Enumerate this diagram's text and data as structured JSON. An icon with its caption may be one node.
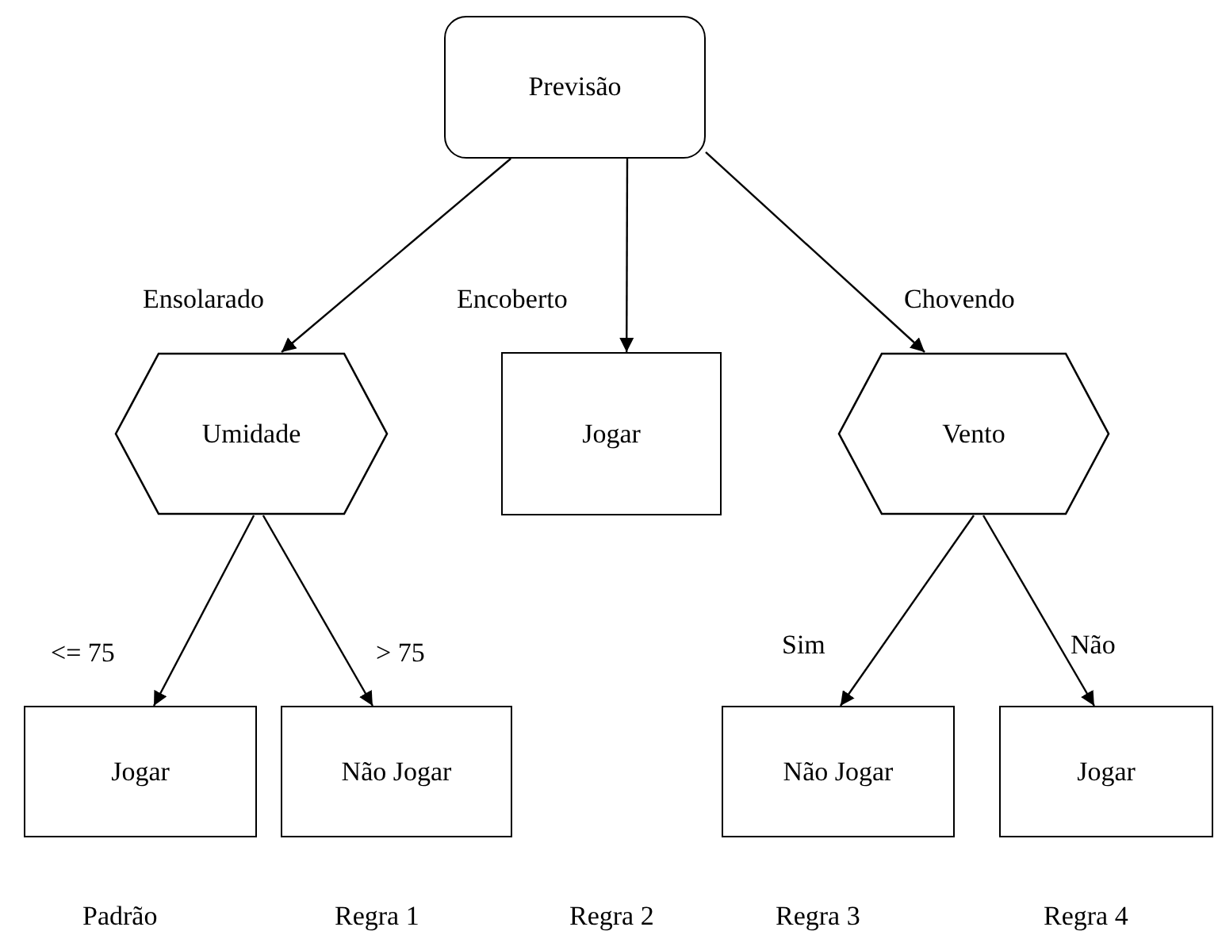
{
  "diagram": {
    "nodes": [
      {
        "text": [
          "Previsão"
        ]
      },
      {
        "text": [
          "Umidade"
        ]
      },
      {
        "text": [
          "Jogar"
        ]
      },
      {
        "text": [
          "Vento"
        ]
      },
      {
        "text": [
          "Jogar"
        ]
      },
      {
        "text": [
          "Não Jogar"
        ]
      },
      {
        "text": [
          "Não Jogar"
        ]
      },
      {
        "text": [
          "Jogar"
        ]
      }
    ],
    "edges": [
      {
        "from": 0,
        "to": 1,
        "arrow": "to",
        "label": "Ensolarado"
      },
      {
        "from": 0,
        "to": 2,
        "arrow": "to",
        "label": "Encoberto"
      },
      {
        "from": 0,
        "to": 3,
        "arrow": "to",
        "label": "Chovendo"
      },
      {
        "from": 1,
        "to": 4,
        "arrow": "to",
        "label": "<= 75"
      },
      {
        "from": 1,
        "to": 5,
        "arrow": "to",
        "label": "> 75"
      },
      {
        "from": 3,
        "to": 6,
        "arrow": "to",
        "label": "Sim"
      },
      {
        "from": 3,
        "to": 7,
        "arrow": "to",
        "label": "Não"
      }
    ],
    "labels": [
      "Padrão",
      "Regra 1",
      "Regra 2",
      "Regra 3",
      "Regra 4"
    ]
  }
}
